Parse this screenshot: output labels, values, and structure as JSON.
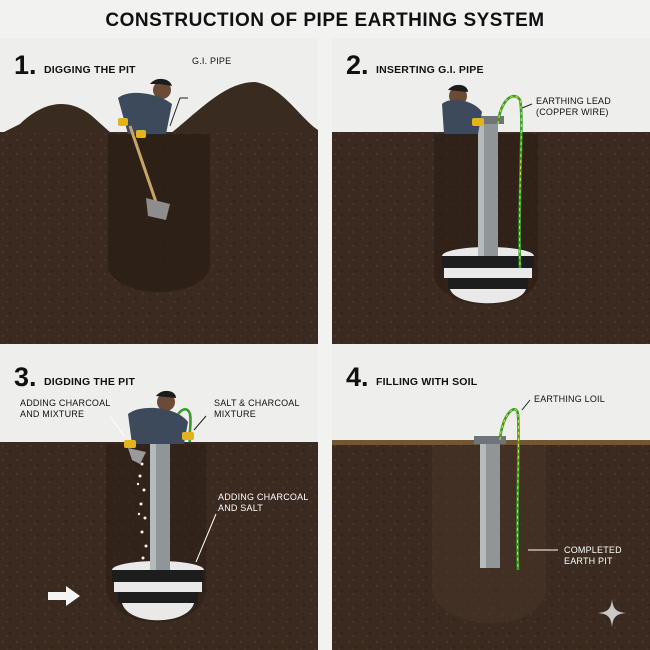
{
  "title": "CONSTRUCTION OF PIPE EARTHING SYSTEM",
  "panels": [
    {
      "number": "1.",
      "heading": "DIGGING THE PIT",
      "labels": [
        "G.I. PIPE"
      ]
    },
    {
      "number": "2.",
      "heading": "INSERTING G.I. PIPE",
      "labels": [
        "EARTHING LEAD",
        "(COPPER WIRE)"
      ]
    },
    {
      "number": "3.",
      "heading": "DIGDING THE PIT",
      "labels": [
        "ADDING CHARCOAL",
        "AND MIXTURE",
        "SALT & CHARCOAL",
        "MIXTURE",
        "ADDING CHARCOAL",
        "AND SALT"
      ]
    },
    {
      "number": "4.",
      "heading": "FILLING WITH SOIL",
      "labels": [
        "EARTHING LOIL",
        "COMPLETED",
        "EARTH PIT"
      ]
    }
  ],
  "colors": {
    "soil": "#3b2a1f",
    "soil_dark": "#2a1d15",
    "sky": "#eeeeec",
    "pipe": "#8f9599",
    "copper_wire": "#3a9a2a",
    "gravel": "#e9e9e9",
    "charcoal": "#1d1d1d",
    "glove": "#e3b21f",
    "shirt": "#3c4a5c"
  },
  "icons": [
    "right-arrow-icon",
    "sparkle-icon"
  ]
}
